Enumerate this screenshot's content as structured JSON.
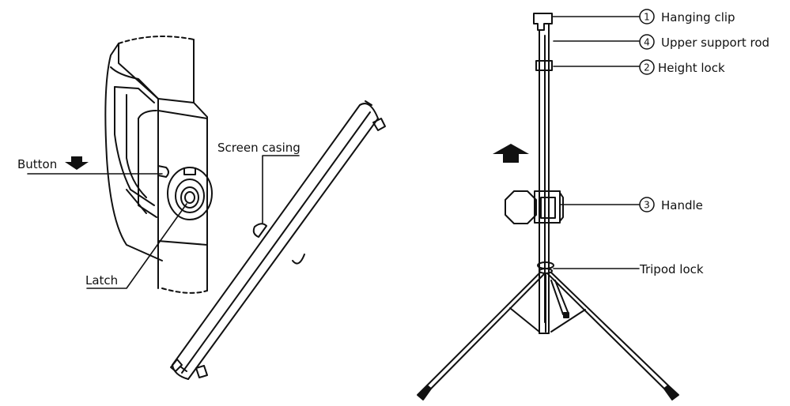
{
  "left_figure": {
    "labels": {
      "button": "Button",
      "latch": "Latch",
      "screen_casing": "Screen casing"
    }
  },
  "right_figure": {
    "callouts": [
      {
        "number": "1",
        "text": "Hanging clip"
      },
      {
        "number": "4",
        "text": "Upper support rod"
      },
      {
        "number": "2",
        "text": "Height lock"
      },
      {
        "number": "3",
        "text": "Handle"
      },
      {
        "number": "",
        "text": "Tripod lock"
      }
    ]
  },
  "colors": {
    "line": "#111111",
    "background": "#ffffff"
  }
}
